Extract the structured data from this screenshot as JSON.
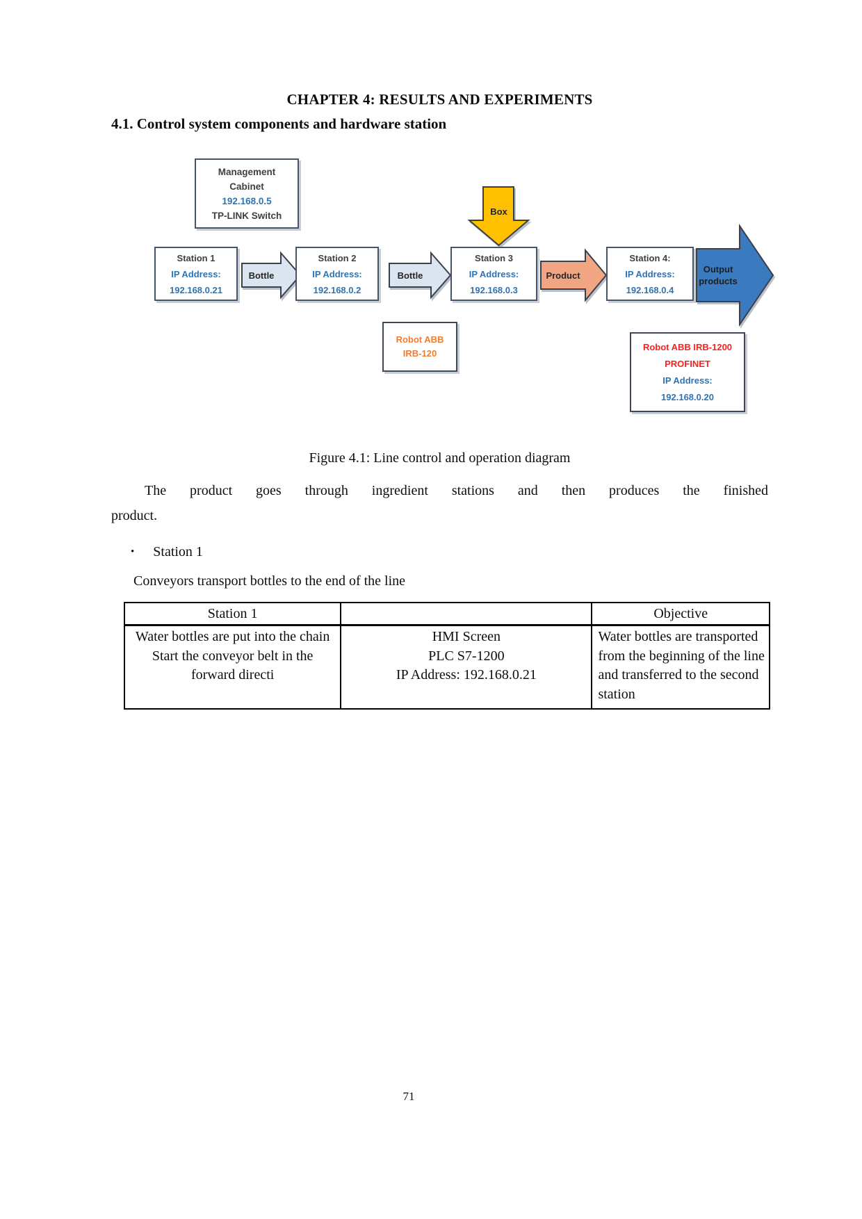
{
  "document": {
    "chapter_title": "CHAPTER 4: RESULTS AND EXPERIMENTS",
    "section_heading": "4.1. Control system components and hardware station",
    "figure_caption": "Figure 4.1: Line control and operation diagram",
    "paragraph_lines": [
      "The product goes through ingredient stations and then produces the finished",
      "product."
    ],
    "bullet": "•",
    "bullet_item": "Station 1",
    "note": "Conveyors transport bottles to the end of the line",
    "page_number": "71"
  },
  "diagram": {
    "management_cabinet": {
      "line1": "Management",
      "line2": "Cabinet",
      "ip": "192.168.0.5",
      "device": "TP-LINK Switch"
    },
    "stations": [
      {
        "name": "Station 1",
        "ip_label": "IP Address:",
        "ip": "192.168.0.21"
      },
      {
        "name": "Station 2",
        "ip_label": "IP Address:",
        "ip": "192.168.0.2"
      },
      {
        "name": "Station 3",
        "ip_label": "IP Address:",
        "ip": "192.168.0.3"
      },
      {
        "name": "Station 4:",
        "ip_label": "IP Address:",
        "ip": "192.168.0.4"
      }
    ],
    "arrows": {
      "bottle": "Bottle",
      "box": "Box",
      "product": "Product",
      "output": [
        "Output",
        "products"
      ]
    },
    "robot_irb120": {
      "line1": "Robot ABB",
      "line2": "IRB-120"
    },
    "robot_irb1200": {
      "line1": "Robot ABB IRB-1200",
      "line2": "PROFINET",
      "ip_label": "IP Address:",
      "ip": "192.168.0.20"
    },
    "colors": {
      "accent_blue": "#2E74B5",
      "robot_orange": "#ED7D31",
      "robot_red": "#FF1E1E",
      "bottle_fill": "#DBE5F1",
      "box_fill": "#FFC000",
      "product_fill": "#F1A583",
      "output_fill": "#3A7BBF",
      "box_border": "#44546A"
    }
  },
  "table": {
    "header": {
      "col1": "Station 1",
      "col2": "",
      "col3": "Objective"
    },
    "station1_cell": [
      "Water bottles are put into the chain",
      "Start the conveyor belt in the forward directi"
    ],
    "hmi_cell": [
      "HMI Screen",
      "PLC S7-1200",
      "IP Address: 192.168.0.21"
    ],
    "objective_cell": "Water bottles are transported from the beginning of the line and transferred to the second station"
  }
}
